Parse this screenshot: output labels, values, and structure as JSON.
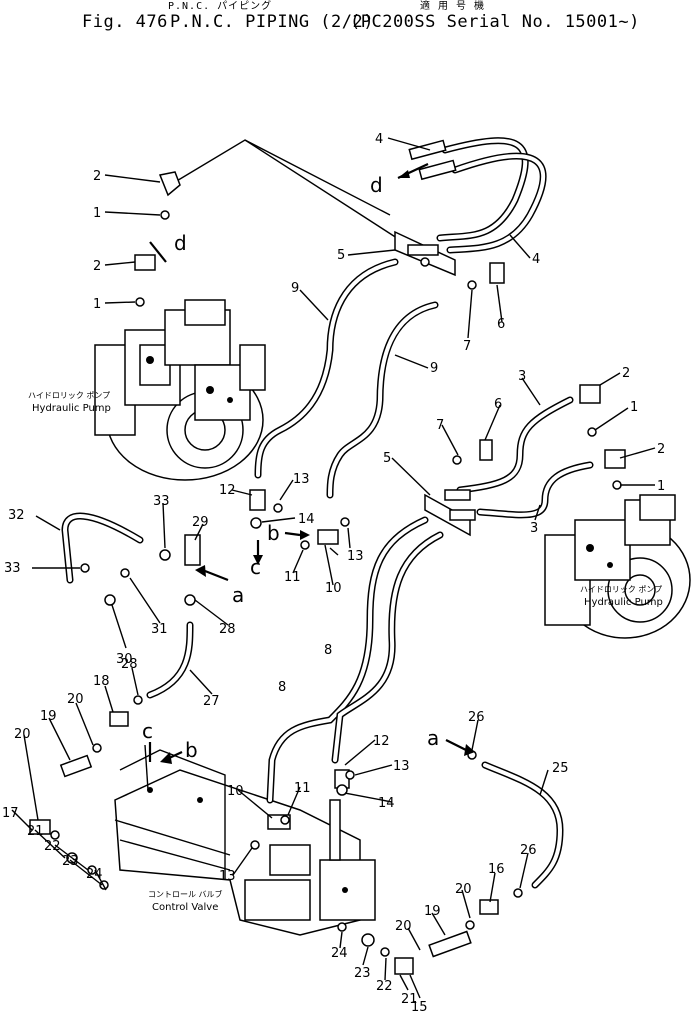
{
  "header": {
    "jp_left": "P.N.C. パイピング",
    "jp_right": "適 用 号 機",
    "fig_label": "Fig. 476",
    "title": "P.N.C. PIPING (2/2)",
    "serial": "(PC200SS Serial No. 15001~)"
  },
  "labels": {
    "hydraulic_pump_jp": "ハイドロリック ポンプ",
    "hydraulic_pump_en": "Hydraulic Pump",
    "control_valve_jp": "コントロール バルブ",
    "control_valve_en": "Control Valve"
  },
  "connection_letters": {
    "a": "a",
    "b": "b",
    "c": "c",
    "d": "d"
  },
  "callouts": {
    "n1": "1",
    "n2": "2",
    "n3": "3",
    "n4": "4",
    "n5": "5",
    "n6": "6",
    "n7": "7",
    "n8": "8",
    "n9": "9",
    "n10": "10",
    "n11": "11",
    "n12": "12",
    "n13": "13",
    "n14": "14",
    "n15": "15",
    "n16": "16",
    "n17": "17",
    "n18": "18",
    "n19": "19",
    "n20": "20",
    "n21": "21",
    "n22": "22",
    "n23": "23",
    "n24": "24",
    "n25": "25",
    "n26": "26",
    "n27": "27",
    "n28": "28",
    "n29": "29",
    "n30": "30",
    "n31": "31",
    "n32": "32",
    "n33": "33"
  }
}
